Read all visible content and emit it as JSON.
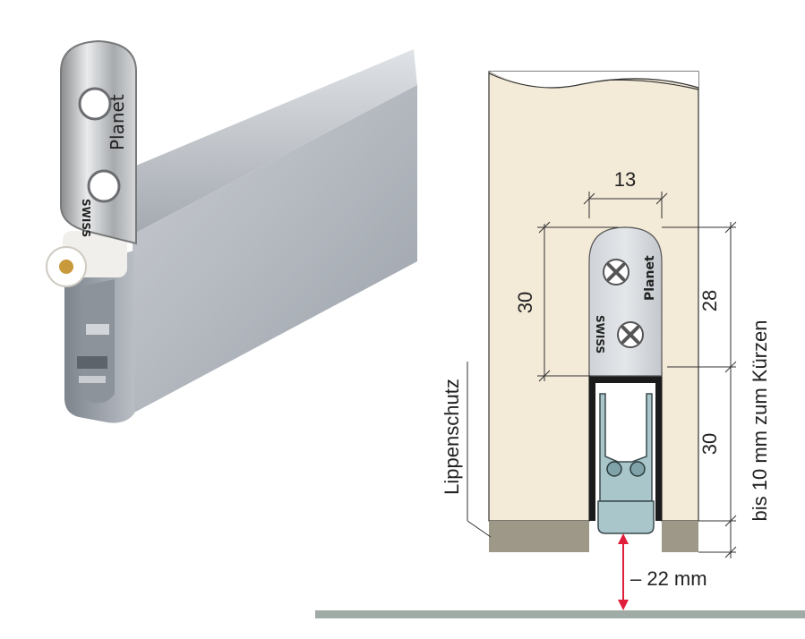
{
  "dimensions": {
    "width_top": "13",
    "height_cap": "30",
    "height_right": "28",
    "travel": "30",
    "shorten": "bis 10 mm zum Kürzen",
    "gap": "– 22 mm"
  },
  "labels": {
    "lip_guard": "Lippenschutz"
  },
  "branding": {
    "line1": "SWISS",
    "line2": "Planet"
  },
  "colors": {
    "door": "#f3ead7",
    "floor": "#a1aba6",
    "seal_profile": "#a9c7cb",
    "arrow": "#e01e3c",
    "aluminum": "#b3b8bf"
  },
  "icons": {
    "screw": "screw-head-icon",
    "arrow": "double-arrow-icon"
  }
}
